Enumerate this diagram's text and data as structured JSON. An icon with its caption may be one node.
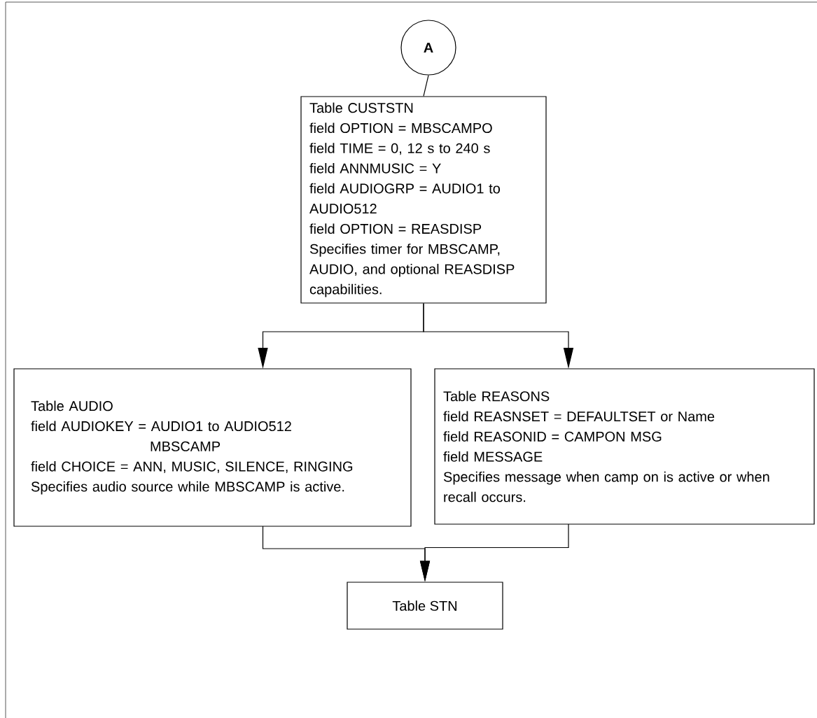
{
  "diagram": {
    "nodes": [
      {
        "text": [
          "A"
        ]
      },
      {
        "text": [
          "Table CUSTSTN",
          "field OPTION = MBSCAMPO",
          "field TIME = 0, 12 s to 240 s",
          "field ANNMUSIC = Y",
          "field AUDIOGRP = AUDIO1 to AUDIO512",
          "field OPTION = REASDISP",
          "Specifies timer for MBSCAMP, AUDIO, and optional REASDISP capabilities."
        ]
      },
      {
        "text": [
          "Table AUDIO",
          "field AUDIOKEY = AUDIO1 to AUDIO512",
          "MBSCAMP",
          "field CHOICE = ANN, MUSIC, SILENCE, RINGING",
          "Specifies audio source while MBSCAMP is active."
        ]
      },
      {
        "text": [
          "Table REASONS",
          "field REASNSET = DEFAULTSET or Name",
          "field REASONID = CAMPON MSG",
          "field MESSAGE",
          "Specifies message when camp on is active or when recall occurs."
        ]
      },
      {
        "text": [
          "Table STN"
        ]
      }
    ],
    "edges": [
      {
        "from": 0,
        "to": 1,
        "arrow": "none"
      },
      {
        "from": 1,
        "to": 2,
        "arrow": "to"
      },
      {
        "from": 1,
        "to": 3,
        "arrow": "to"
      },
      {
        "from": 2,
        "to": 4,
        "arrow": "to"
      },
      {
        "from": 3,
        "to": 4,
        "arrow": "to"
      }
    ]
  }
}
